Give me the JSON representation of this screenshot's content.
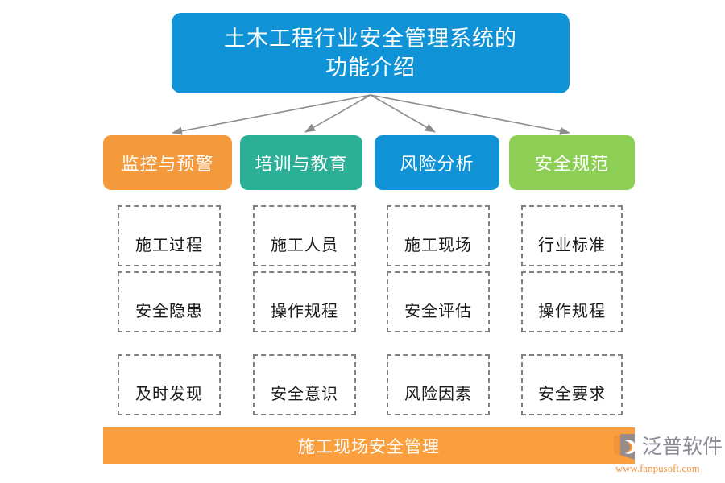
{
  "title": {
    "text": "土木工程行业安全管理系统的\n功能介绍",
    "line1": "土木工程行业安全管理系统的",
    "line2": "功能介绍",
    "color": "#1093d6",
    "text_color": "#ffffff"
  },
  "arrow_color": "#8c8c8c",
  "columns": [
    {
      "label": "监控与预警",
      "color": "#f49a3c",
      "items": [
        "施工过程",
        "安全隐患",
        "及时发现"
      ]
    },
    {
      "label": "培训与教育",
      "color": "#2baf96",
      "items": [
        "施工人员",
        "操作规程",
        "安全意识"
      ]
    },
    {
      "label": "风险分析",
      "color": "#1093d6",
      "items": [
        "施工现场",
        "安全评估",
        "风险因素"
      ]
    },
    {
      "label": "安全规范",
      "color": "#8dce54",
      "items": [
        "行业标准",
        "操作规程",
        "安全要求"
      ]
    }
  ],
  "footer": {
    "label": "施工现场安全管理",
    "color": "#fb9e3d",
    "text_color": "#ffffff"
  },
  "watermark": {
    "brand": "泛普软件",
    "url": "www.fanpusoft.com",
    "brand_color": "#8a8a96",
    "url_color": "#f0943a",
    "mark_color_orange": "#f0943a",
    "mark_color_gray": "#8a8a96"
  },
  "item_box_border_color": "#808080"
}
